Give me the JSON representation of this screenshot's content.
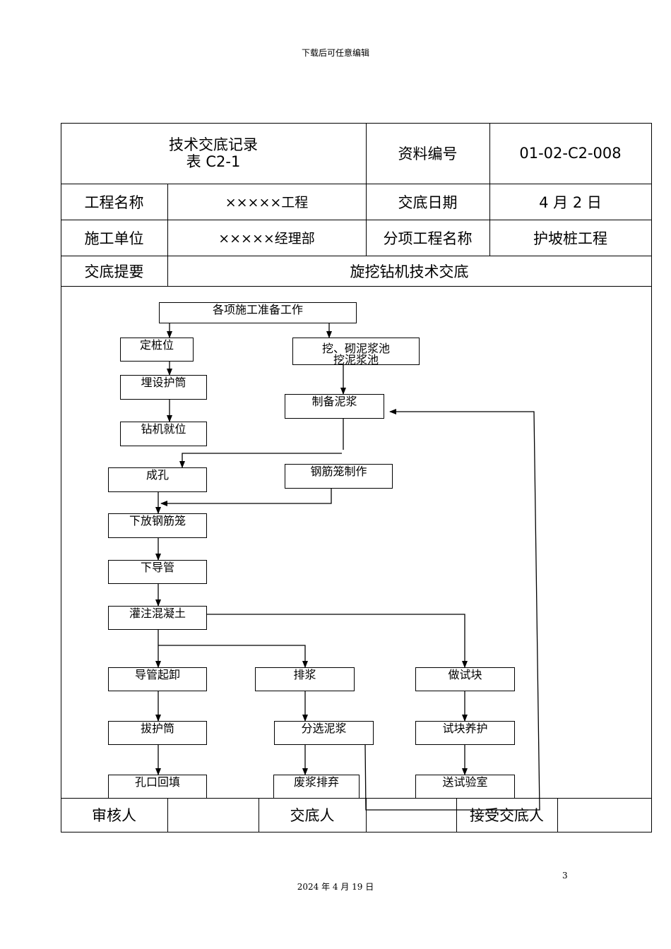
{
  "header_note": "下载后可任意编辑",
  "page_number": "3",
  "footer_date": "2024 年 4 月 19 日",
  "form": {
    "title_line1": "技术交底记录",
    "title_line2": "表 C2-1",
    "doc_no_label": "资料编号",
    "doc_no_value": "01-02-C2-008",
    "project_label": "工程名称",
    "project_value": "×××××工程",
    "date_label": "交底日期",
    "date_value": "4 月 2 日",
    "unit_label": "施工单位",
    "unit_value": "×××××经理部",
    "subitem_label": "分项工程名称",
    "subitem_value": "护坡桩工程",
    "summary_label": "交底提要",
    "summary_value": "旋挖钻机技术交底",
    "reviewer_label": "审核人",
    "discloser_label": "交底人",
    "receiver_label": "接受交底人"
  },
  "flow": {
    "prep": "各项施工准备工作",
    "pile_position": "定桩位",
    "dig_pool": "挖、砌泥浆池",
    "dig_pool_overflow": "挖泥浆池",
    "bury_casing": "埋设护筒",
    "make_slurry": "制备泥浆",
    "rig_position": "钻机就位",
    "bore": "成孔",
    "cage_make": "钢筋笼制作",
    "lower_cage": "下放钢筋笼",
    "lower_pipe": "下导管",
    "pour": "灌注混凝土",
    "remove_pipe": "导管起卸",
    "discharge": "排浆",
    "test_block": "做试块",
    "pull_casing": "拔护筒",
    "sort_slurry": "分选泥浆",
    "cure_block": "试块养护",
    "backfill": "孔口回填",
    "waste_slurry": "废浆排弃",
    "send_lab": "送试验室"
  }
}
